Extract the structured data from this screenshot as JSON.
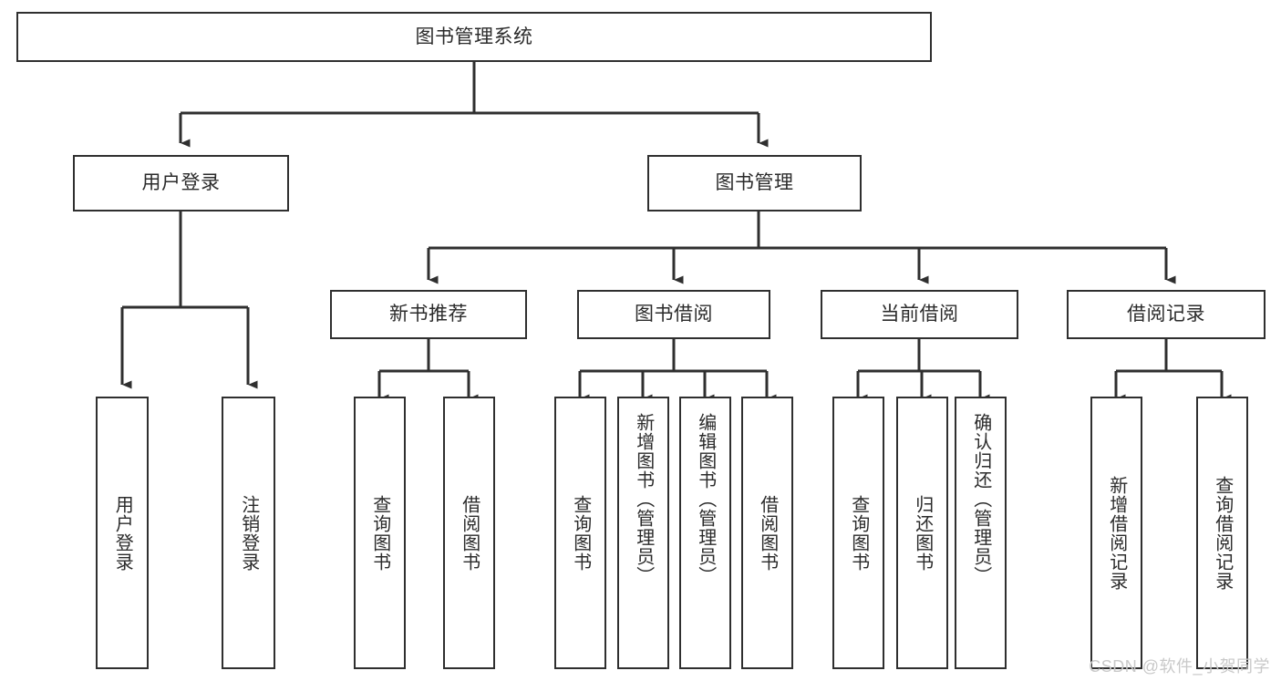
{
  "diagram": {
    "type": "tree",
    "title": "图书管理系统",
    "root": {
      "id": "root",
      "label": "图书管理系统"
    },
    "level2": [
      {
        "id": "user-login",
        "label": "用户登录"
      },
      {
        "id": "book-manage",
        "label": "图书管理"
      }
    ],
    "level3": [
      {
        "id": "new-book-recommend",
        "label": "新书推荐",
        "parent": "book-manage"
      },
      {
        "id": "book-borrow",
        "label": "图书借阅",
        "parent": "book-manage"
      },
      {
        "id": "current-borrow",
        "label": "当前借阅",
        "parent": "book-manage"
      },
      {
        "id": "borrow-record",
        "label": "借阅记录",
        "parent": "book-manage"
      }
    ],
    "leaves": {
      "user_login": [
        {
          "id": "leaf-user-login",
          "label": "用户登录"
        },
        {
          "id": "leaf-user-logout",
          "label": "注销登录"
        }
      ],
      "new_book_recommend": [
        {
          "id": "leaf-query-book-1",
          "label": "查询图书"
        },
        {
          "id": "leaf-borrow-book-1",
          "label": "借阅图书"
        }
      ],
      "book_borrow": [
        {
          "id": "leaf-query-book-2",
          "label": "查询图书"
        },
        {
          "id": "leaf-add-book",
          "label": "新增图书（管理员）"
        },
        {
          "id": "leaf-edit-book",
          "label": "编辑图书（管理员）"
        },
        {
          "id": "leaf-borrow-book-2",
          "label": "借阅图书"
        }
      ],
      "current_borrow": [
        {
          "id": "leaf-query-book-3",
          "label": "查询图书"
        },
        {
          "id": "leaf-return-book",
          "label": "归还图书"
        },
        {
          "id": "leaf-confirm-return",
          "label": "确认归还（管理员）"
        }
      ],
      "borrow_record": [
        {
          "id": "leaf-add-record",
          "label": "新增借阅记录"
        },
        {
          "id": "leaf-query-record",
          "label": "查询借阅记录"
        }
      ]
    }
  },
  "watermark": {
    "text": "CSDN @软件_小贺同学"
  },
  "colors": {
    "stroke": "#2f2f2f",
    "text": "#2b2b2b",
    "background": "#ffffff",
    "watermark": "#c9c9c9"
  }
}
